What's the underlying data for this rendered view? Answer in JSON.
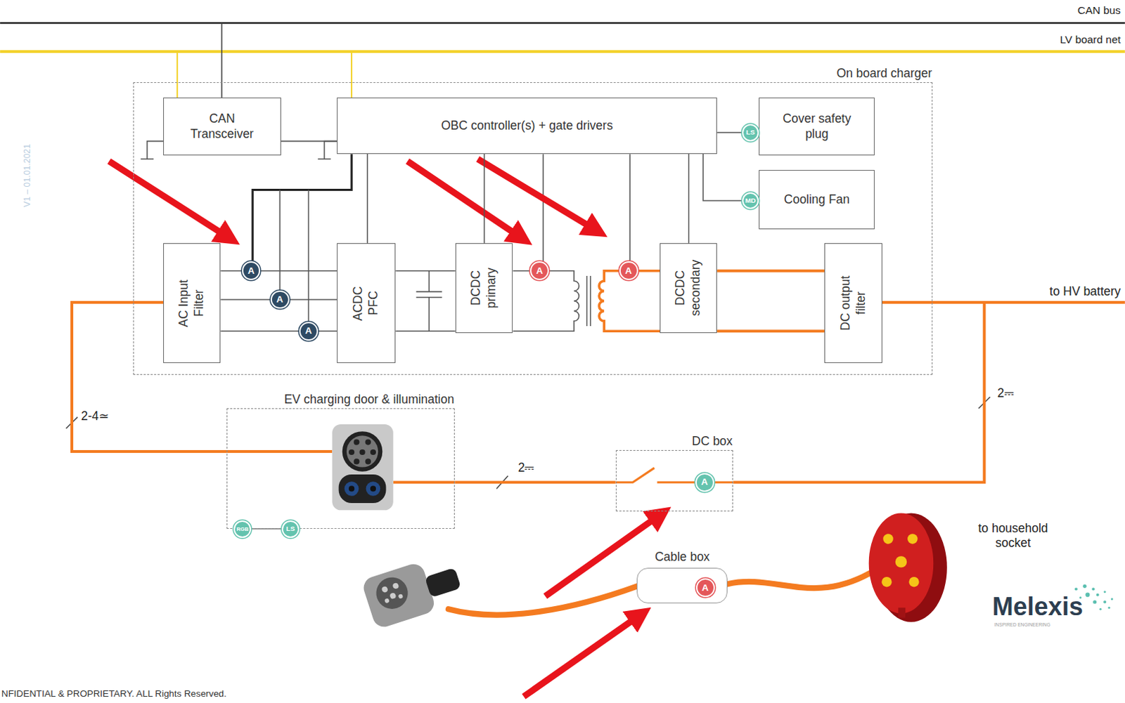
{
  "diagram": {
    "nodes": [
      {
        "text": [
          "On board charger"
        ]
      },
      {
        "text": [
          "CAN Transceiver"
        ],
        "in": 0
      },
      {
        "text": [
          "OBC controller(s) + gate drivers"
        ],
        "in": 0
      },
      {
        "text": [
          "Cover safety plug"
        ],
        "in": 0
      },
      {
        "text": [
          "Cooling Fan"
        ],
        "in": 0
      },
      {
        "text": [
          "AC Input Filter"
        ],
        "in": 0
      },
      {
        "text": [
          "ACDC PFC"
        ],
        "in": 0
      },
      {
        "text": [
          "DCDC primary"
        ],
        "in": 0
      },
      {
        "text": [
          "DCDC secondary"
        ],
        "in": 0
      },
      {
        "text": [
          "DC output filter"
        ],
        "in": 0
      },
      {
        "text": [
          "EV charging door & illumination"
        ]
      },
      {
        "text": [
          "DC box"
        ]
      },
      {
        "text": [
          "Cable box"
        ]
      }
    ],
    "edges": [
      {
        "from": 1,
        "to": 2,
        "arrow": "none"
      },
      {
        "from": 2,
        "to": 3,
        "arrow": "none"
      },
      {
        "from": 2,
        "to": 4,
        "arrow": "none"
      },
      {
        "from": 2,
        "to": 6,
        "arrow": "none"
      },
      {
        "from": 2,
        "to": 7,
        "arrow": "none"
      },
      {
        "from": 2,
        "to": 8,
        "arrow": "none"
      },
      {
        "from": 5,
        "to": 6,
        "arrow": "none"
      },
      {
        "from": 5,
        "to": 6,
        "arrow": "none"
      },
      {
        "from": 5,
        "to": 6,
        "arrow": "none"
      },
      {
        "from": 6,
        "to": 7,
        "arrow": "none"
      },
      {
        "from": 6,
        "to": 7,
        "arrow": "none"
      },
      {
        "from": 8,
        "to": 9,
        "arrow": "none"
      },
      {
        "from": 8,
        "to": 9,
        "arrow": "none"
      },
      {
        "from": 10,
        "to": 5,
        "arrow": "none"
      },
      {
        "from": 10,
        "to": 11,
        "arrow": "none"
      },
      {
        "from": 11,
        "to": 9,
        "arrow": "none"
      }
    ],
    "labels": [
      "CAN bus",
      "LV board net",
      "V1 – 01.01.2021",
      "A",
      "A",
      "A",
      "A",
      "A",
      "LS",
      "MD",
      "to HV battery",
      "2-4≃",
      "RGB",
      "LS",
      "A",
      "2⎓",
      "2⎓",
      "A",
      "to household socket",
      "Melexis",
      "INSPIRED ENGINEERING",
      "NFIDENTIAL & PROPRIETARY. ALL Rights Reserved."
    ]
  }
}
